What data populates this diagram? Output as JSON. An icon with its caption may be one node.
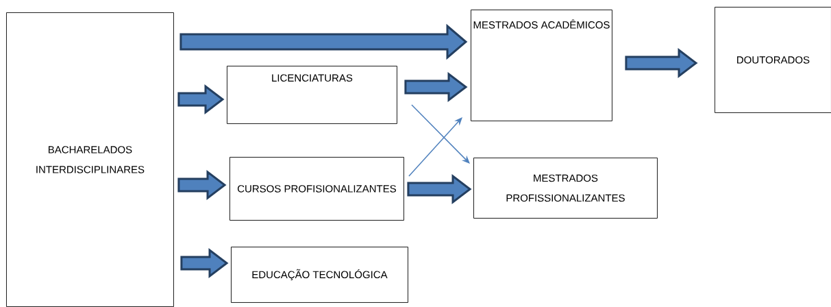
{
  "diagram": {
    "nodes": [
      {
        "text": [
          "BACHARELADOS INTERDISCIPLINARES"
        ]
      },
      {
        "text": [
          "MESTRADOS ACADÊMICOS"
        ]
      },
      {
        "text": [
          "DOUTORADOS"
        ]
      },
      {
        "text": [
          "LICENCIATURAS"
        ]
      },
      {
        "text": [
          "CURSOS PROFISIONALIZANTES"
        ]
      },
      {
        "text": [
          "MESTRADOS PROFISSIONALIZANTES"
        ]
      },
      {
        "text": [
          "EDUCAÇÃO TECNOLÓGICA"
        ]
      }
    ],
    "edges": [
      {
        "from": 0,
        "to": 1,
        "arrow": "to"
      },
      {
        "from": 0,
        "to": 3,
        "arrow": "to"
      },
      {
        "from": 0,
        "to": 4,
        "arrow": "to"
      },
      {
        "from": 0,
        "to": 6,
        "arrow": "to"
      },
      {
        "from": 3,
        "to": 1,
        "arrow": "to"
      },
      {
        "from": 1,
        "to": 2,
        "arrow": "to"
      },
      {
        "from": 4,
        "to": 5,
        "arrow": "to"
      },
      {
        "from": 3,
        "to": 5,
        "arrow": "to",
        "color": "#4f81bd"
      },
      {
        "from": 4,
        "to": 1,
        "arrow": "to",
        "color": "#4f81bd"
      }
    ]
  }
}
